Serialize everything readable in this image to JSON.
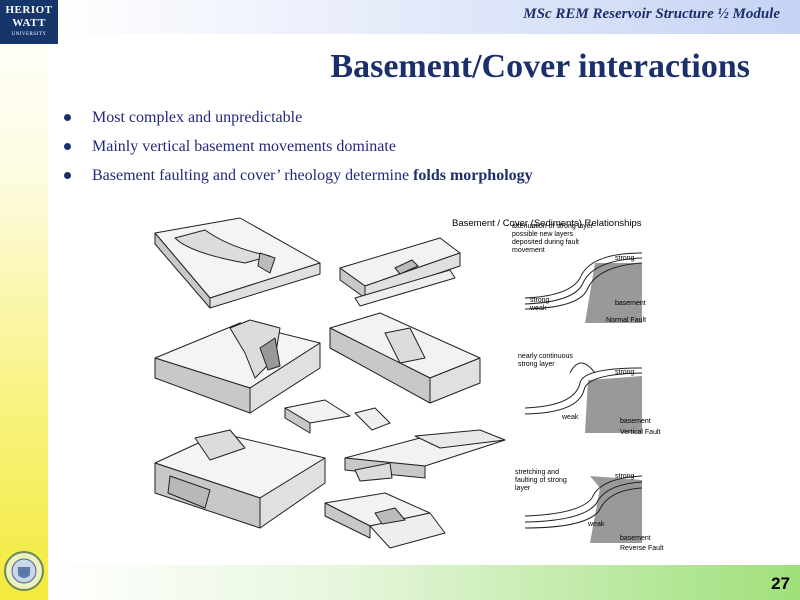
{
  "logo": {
    "line1": "HERIOT",
    "line2": "WATT",
    "line3": "UNIVERSITY"
  },
  "header": {
    "course": "MSc REM Reservoir Structure ½ Module",
    "title": "Basement/Cover interactions"
  },
  "bullets": {
    "b1": "Most complex and unpredictable",
    "b2": "Mainly vertical basement movements dominate",
    "b3_pre": "Basement faulting and cover’ rheology determine ",
    "b3_bold": "folds morphology"
  },
  "figure": {
    "title": "Basement / Cover (Sediments) Relationships",
    "normal": {
      "note": [
        "attenuation of strong layer",
        "possible new layers",
        "deposited during fault",
        "movement"
      ],
      "strong_top": "strong",
      "strong_bottom": "strong",
      "weak": "weak",
      "basement": "basement",
      "caption": "Normal Fault"
    },
    "vertical": {
      "note": [
        "nearly continuous",
        "strong layer"
      ],
      "strong": "strong",
      "weak": "weak",
      "basement": "basement",
      "caption": "Vertical Fault"
    },
    "reverse": {
      "note": [
        "stretching and",
        "faulting of strong",
        "layer"
      ],
      "strong": "strong",
      "weak": "weak",
      "basement": "basement",
      "caption": "Reverse Fault"
    }
  },
  "footer": {
    "page_number": "27"
  }
}
